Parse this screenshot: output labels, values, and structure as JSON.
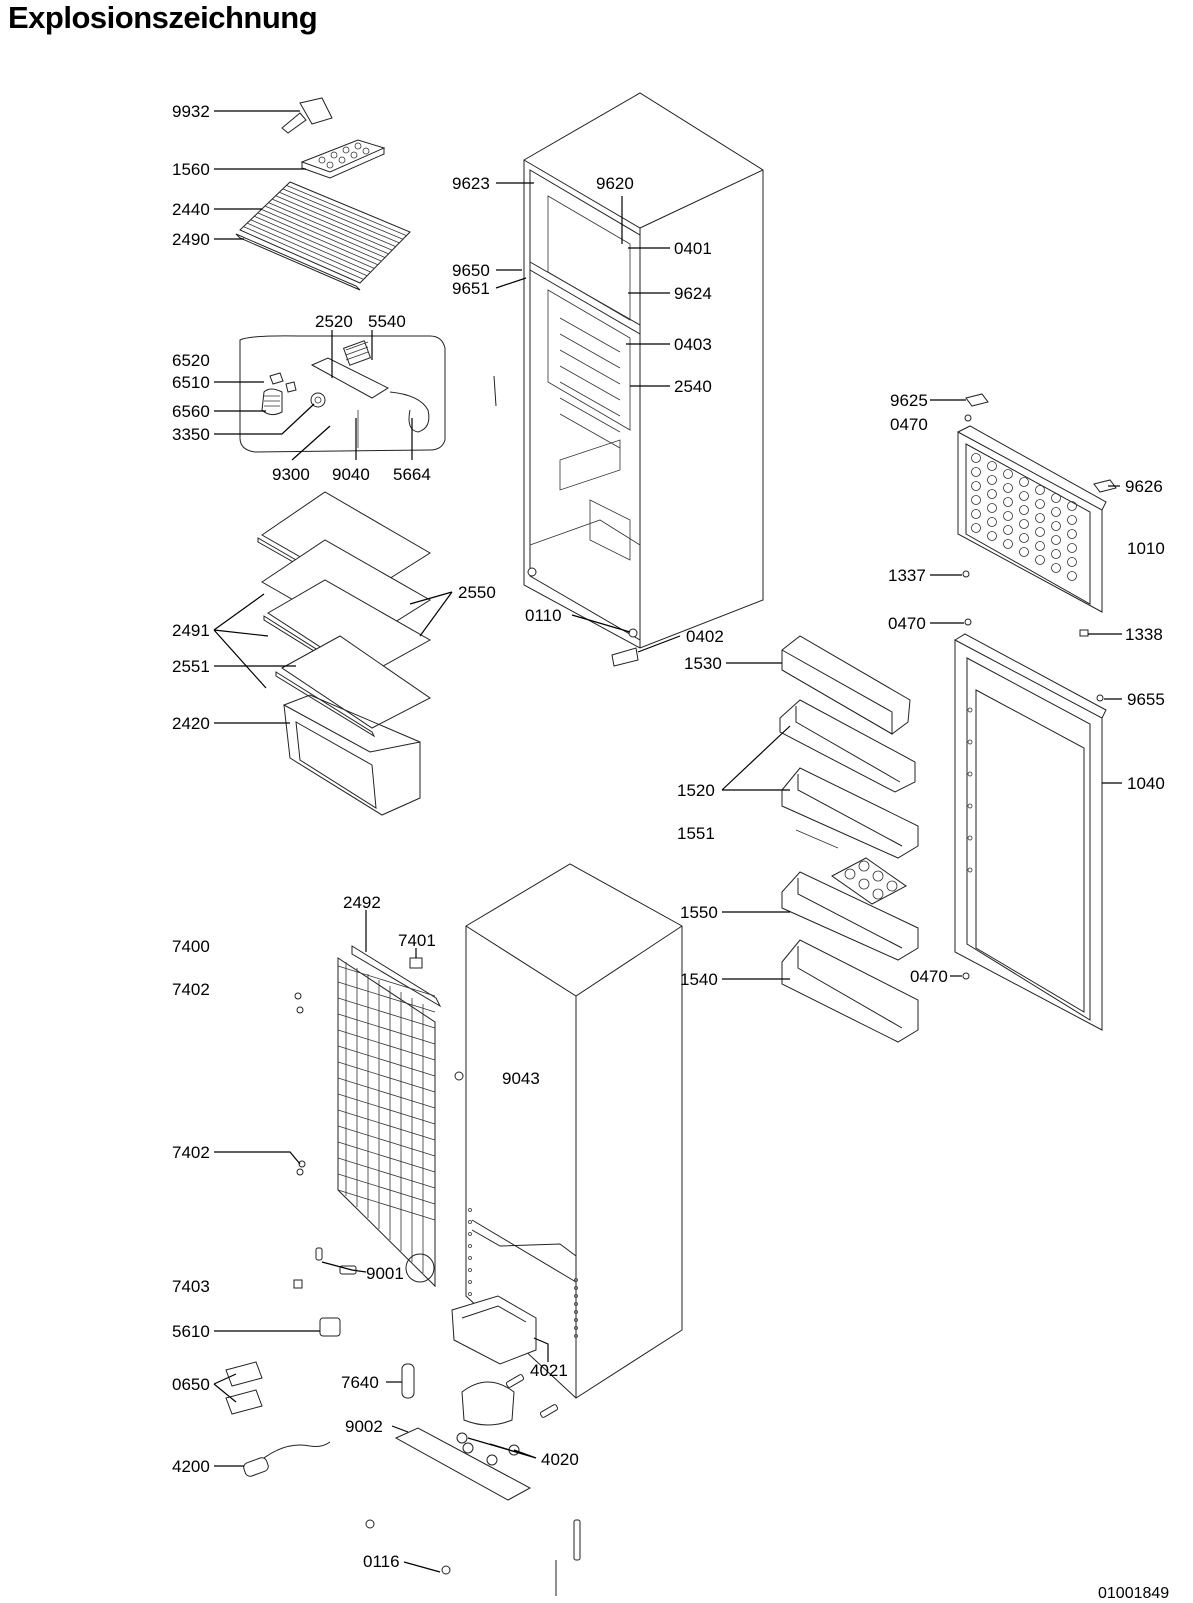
{
  "title": "Explosionszeichnung",
  "doc_number": "01001849",
  "labels": [
    {
      "id": "l9932",
      "text": "9932"
    },
    {
      "id": "l1560",
      "text": "1560"
    },
    {
      "id": "l2440",
      "text": "2440"
    },
    {
      "id": "l2490",
      "text": "2490"
    },
    {
      "id": "l2520",
      "text": "2520"
    },
    {
      "id": "l5540",
      "text": "5540"
    },
    {
      "id": "l6520",
      "text": "6520"
    },
    {
      "id": "l6510",
      "text": "6510"
    },
    {
      "id": "l6560",
      "text": "6560"
    },
    {
      "id": "l3350",
      "text": "3350"
    },
    {
      "id": "l9300",
      "text": "9300"
    },
    {
      "id": "l9040",
      "text": "9040"
    },
    {
      "id": "l5664",
      "text": "5664"
    },
    {
      "id": "l2550",
      "text": "2550"
    },
    {
      "id": "l2491",
      "text": "2491"
    },
    {
      "id": "l2551",
      "text": "2551"
    },
    {
      "id": "l2420",
      "text": "2420"
    },
    {
      "id": "l9623",
      "text": "9623"
    },
    {
      "id": "l9620",
      "text": "9620"
    },
    {
      "id": "l0401",
      "text": "0401"
    },
    {
      "id": "l9650",
      "text": "9650"
    },
    {
      "id": "l9651",
      "text": "9651"
    },
    {
      "id": "l9624",
      "text": "9624"
    },
    {
      "id": "l0403",
      "text": "0403"
    },
    {
      "id": "l2540",
      "text": "2540"
    },
    {
      "id": "l0110",
      "text": "0110"
    },
    {
      "id": "l0402",
      "text": "0402"
    },
    {
      "id": "l9625",
      "text": "9625"
    },
    {
      "id": "l0470a",
      "text": "0470"
    },
    {
      "id": "l9626",
      "text": "9626"
    },
    {
      "id": "l1010",
      "text": "1010"
    },
    {
      "id": "l1337",
      "text": "1337"
    },
    {
      "id": "l0470b",
      "text": "0470"
    },
    {
      "id": "l1338",
      "text": "1338"
    },
    {
      "id": "l1530",
      "text": "1530"
    },
    {
      "id": "l9655",
      "text": "9655"
    },
    {
      "id": "l1520",
      "text": "1520"
    },
    {
      "id": "l1040",
      "text": "1040"
    },
    {
      "id": "l1551",
      "text": "1551"
    },
    {
      "id": "l1550",
      "text": "1550"
    },
    {
      "id": "l0470c",
      "text": "0470"
    },
    {
      "id": "l1540",
      "text": "1540"
    },
    {
      "id": "l2492",
      "text": "2492"
    },
    {
      "id": "l7401",
      "text": "7401"
    },
    {
      "id": "l7400",
      "text": "7400"
    },
    {
      "id": "l7402a",
      "text": "7402"
    },
    {
      "id": "l9043",
      "text": "9043"
    },
    {
      "id": "l7402b",
      "text": "7402"
    },
    {
      "id": "l9001",
      "text": "9001"
    },
    {
      "id": "l7403",
      "text": "7403"
    },
    {
      "id": "l5610",
      "text": "5610"
    },
    {
      "id": "l4021",
      "text": "4021"
    },
    {
      "id": "l0650",
      "text": "0650"
    },
    {
      "id": "l7640",
      "text": "7640"
    },
    {
      "id": "l9002",
      "text": "9002"
    },
    {
      "id": "l4020",
      "text": "4020"
    },
    {
      "id": "l4200",
      "text": "4200"
    },
    {
      "id": "l0116",
      "text": "0116"
    }
  ]
}
